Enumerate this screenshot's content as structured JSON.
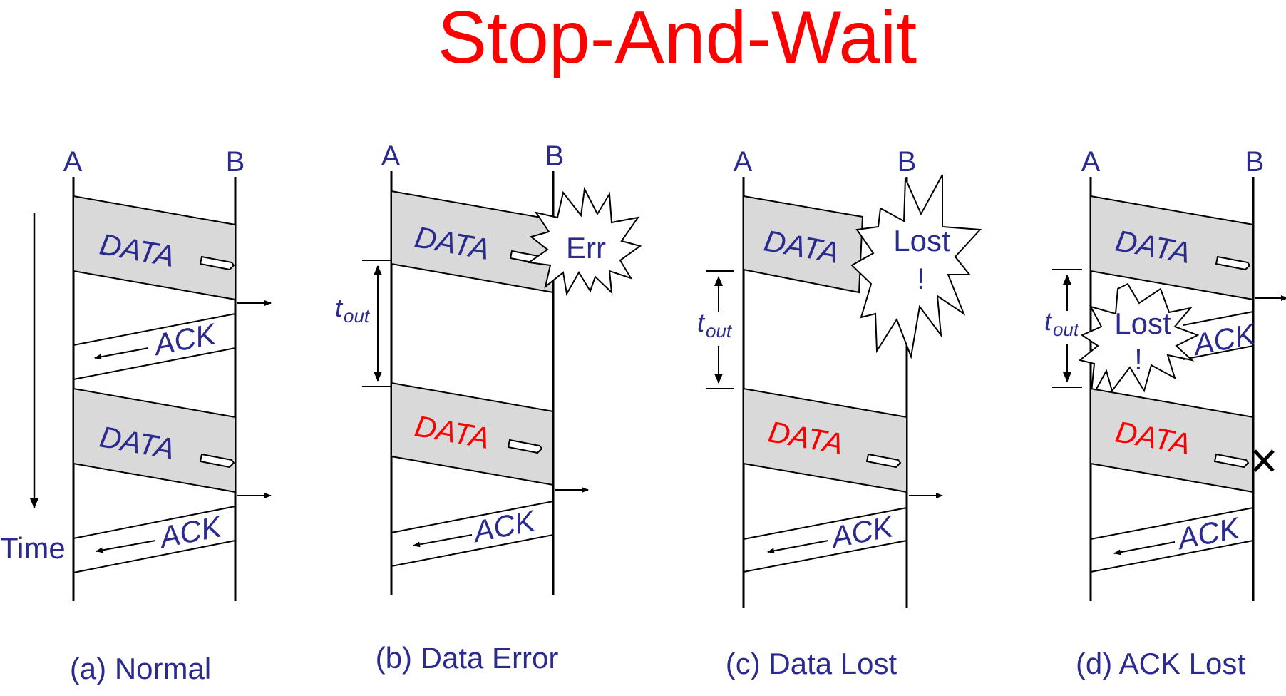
{
  "title": "Stop-And-Wait",
  "colors": {
    "title": "#ff0000",
    "text": "#2b2b8f",
    "retransmit": "#ff0000",
    "frame_fill": "#d9d9d9",
    "line": "#000000"
  },
  "time_label": "Time",
  "timeout": {
    "symbol": "t",
    "subscript": "out"
  },
  "panels": [
    {
      "caption": "(a) Normal",
      "node_a": "A",
      "node_b": "B",
      "data1": "DATA",
      "ack1": "ACK",
      "data2": "DATA",
      "ack2": "ACK"
    },
    {
      "caption": "(b) Data Error",
      "node_a": "A",
      "node_b": "B",
      "data1": "DATA",
      "burst": "Err",
      "data2": "DATA",
      "ack2": "ACK"
    },
    {
      "caption": "(c) Data Lost",
      "node_a": "A",
      "node_b": "B",
      "data1": "DATA",
      "burst_line1": "Lost",
      "burst_line2": "!",
      "data2": "DATA",
      "ack2": "ACK"
    },
    {
      "caption": "(d) ACK Lost",
      "node_a": "A",
      "node_b": "B",
      "data1": "DATA",
      "ack1": "ACK",
      "burst_line1": "Lost",
      "burst_line2": "!",
      "data2": "DATA",
      "ack2": "ACK"
    }
  ]
}
